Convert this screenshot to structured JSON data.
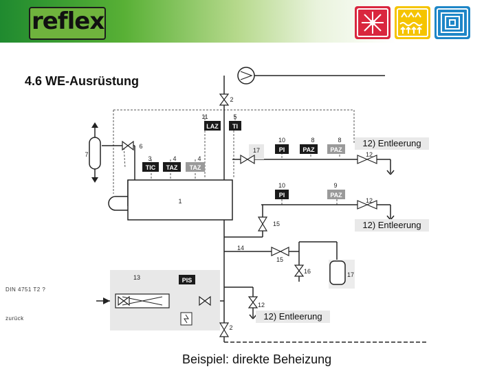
{
  "header": {
    "logo_text": "reflex",
    "badge_colors": {
      "red": "#d9263e",
      "yellow": "#f5c400",
      "blue": "#1e86c7"
    }
  },
  "title": "4.6 WE-Ausrüstung",
  "labels": {
    "entleerung_1": "12) Entleerung",
    "entleerung_2": "12) Entleerung",
    "entleerung_3": "12) Entleerung"
  },
  "notes": {
    "din": "DIN 4751 T2 ?",
    "back": "zurück"
  },
  "caption": "Beispiel: direkte Beheizung",
  "instruments": {
    "laz": "LAZ",
    "ti": "TI",
    "pi_top": "PI",
    "paz_top_1": "PAZ",
    "paz_top_2": "PAZ",
    "tic": "TIC",
    "taz_1": "TAZ",
    "taz_2": "TAZ",
    "pi_mid": "PI",
    "paz_mid": "PAZ",
    "pis": "PIS"
  },
  "numbers": {
    "n2_top": "2",
    "n11": "11",
    "n5": "5",
    "n7": "7",
    "n6": "6",
    "n10_top": "10",
    "n8": "8",
    "n8b": "8",
    "n17_top": "17",
    "n12_top": "12",
    "n3": "3",
    "n4a": "4",
    "n4b": "4",
    "n1": "1",
    "n10_mid": "10",
    "n9": "9",
    "n12_mid": "12",
    "n15_a": "15",
    "n14": "14",
    "n15_b": "15",
    "n16": "16",
    "n17_bot": "17",
    "n13": "13",
    "n12_bot": "12",
    "n2_bot": "2"
  },
  "colors": {
    "instrument_dark": "#1a1a1a",
    "instrument_grey": "#9a9a9a",
    "panel_grey": "#e8e8e8"
  }
}
